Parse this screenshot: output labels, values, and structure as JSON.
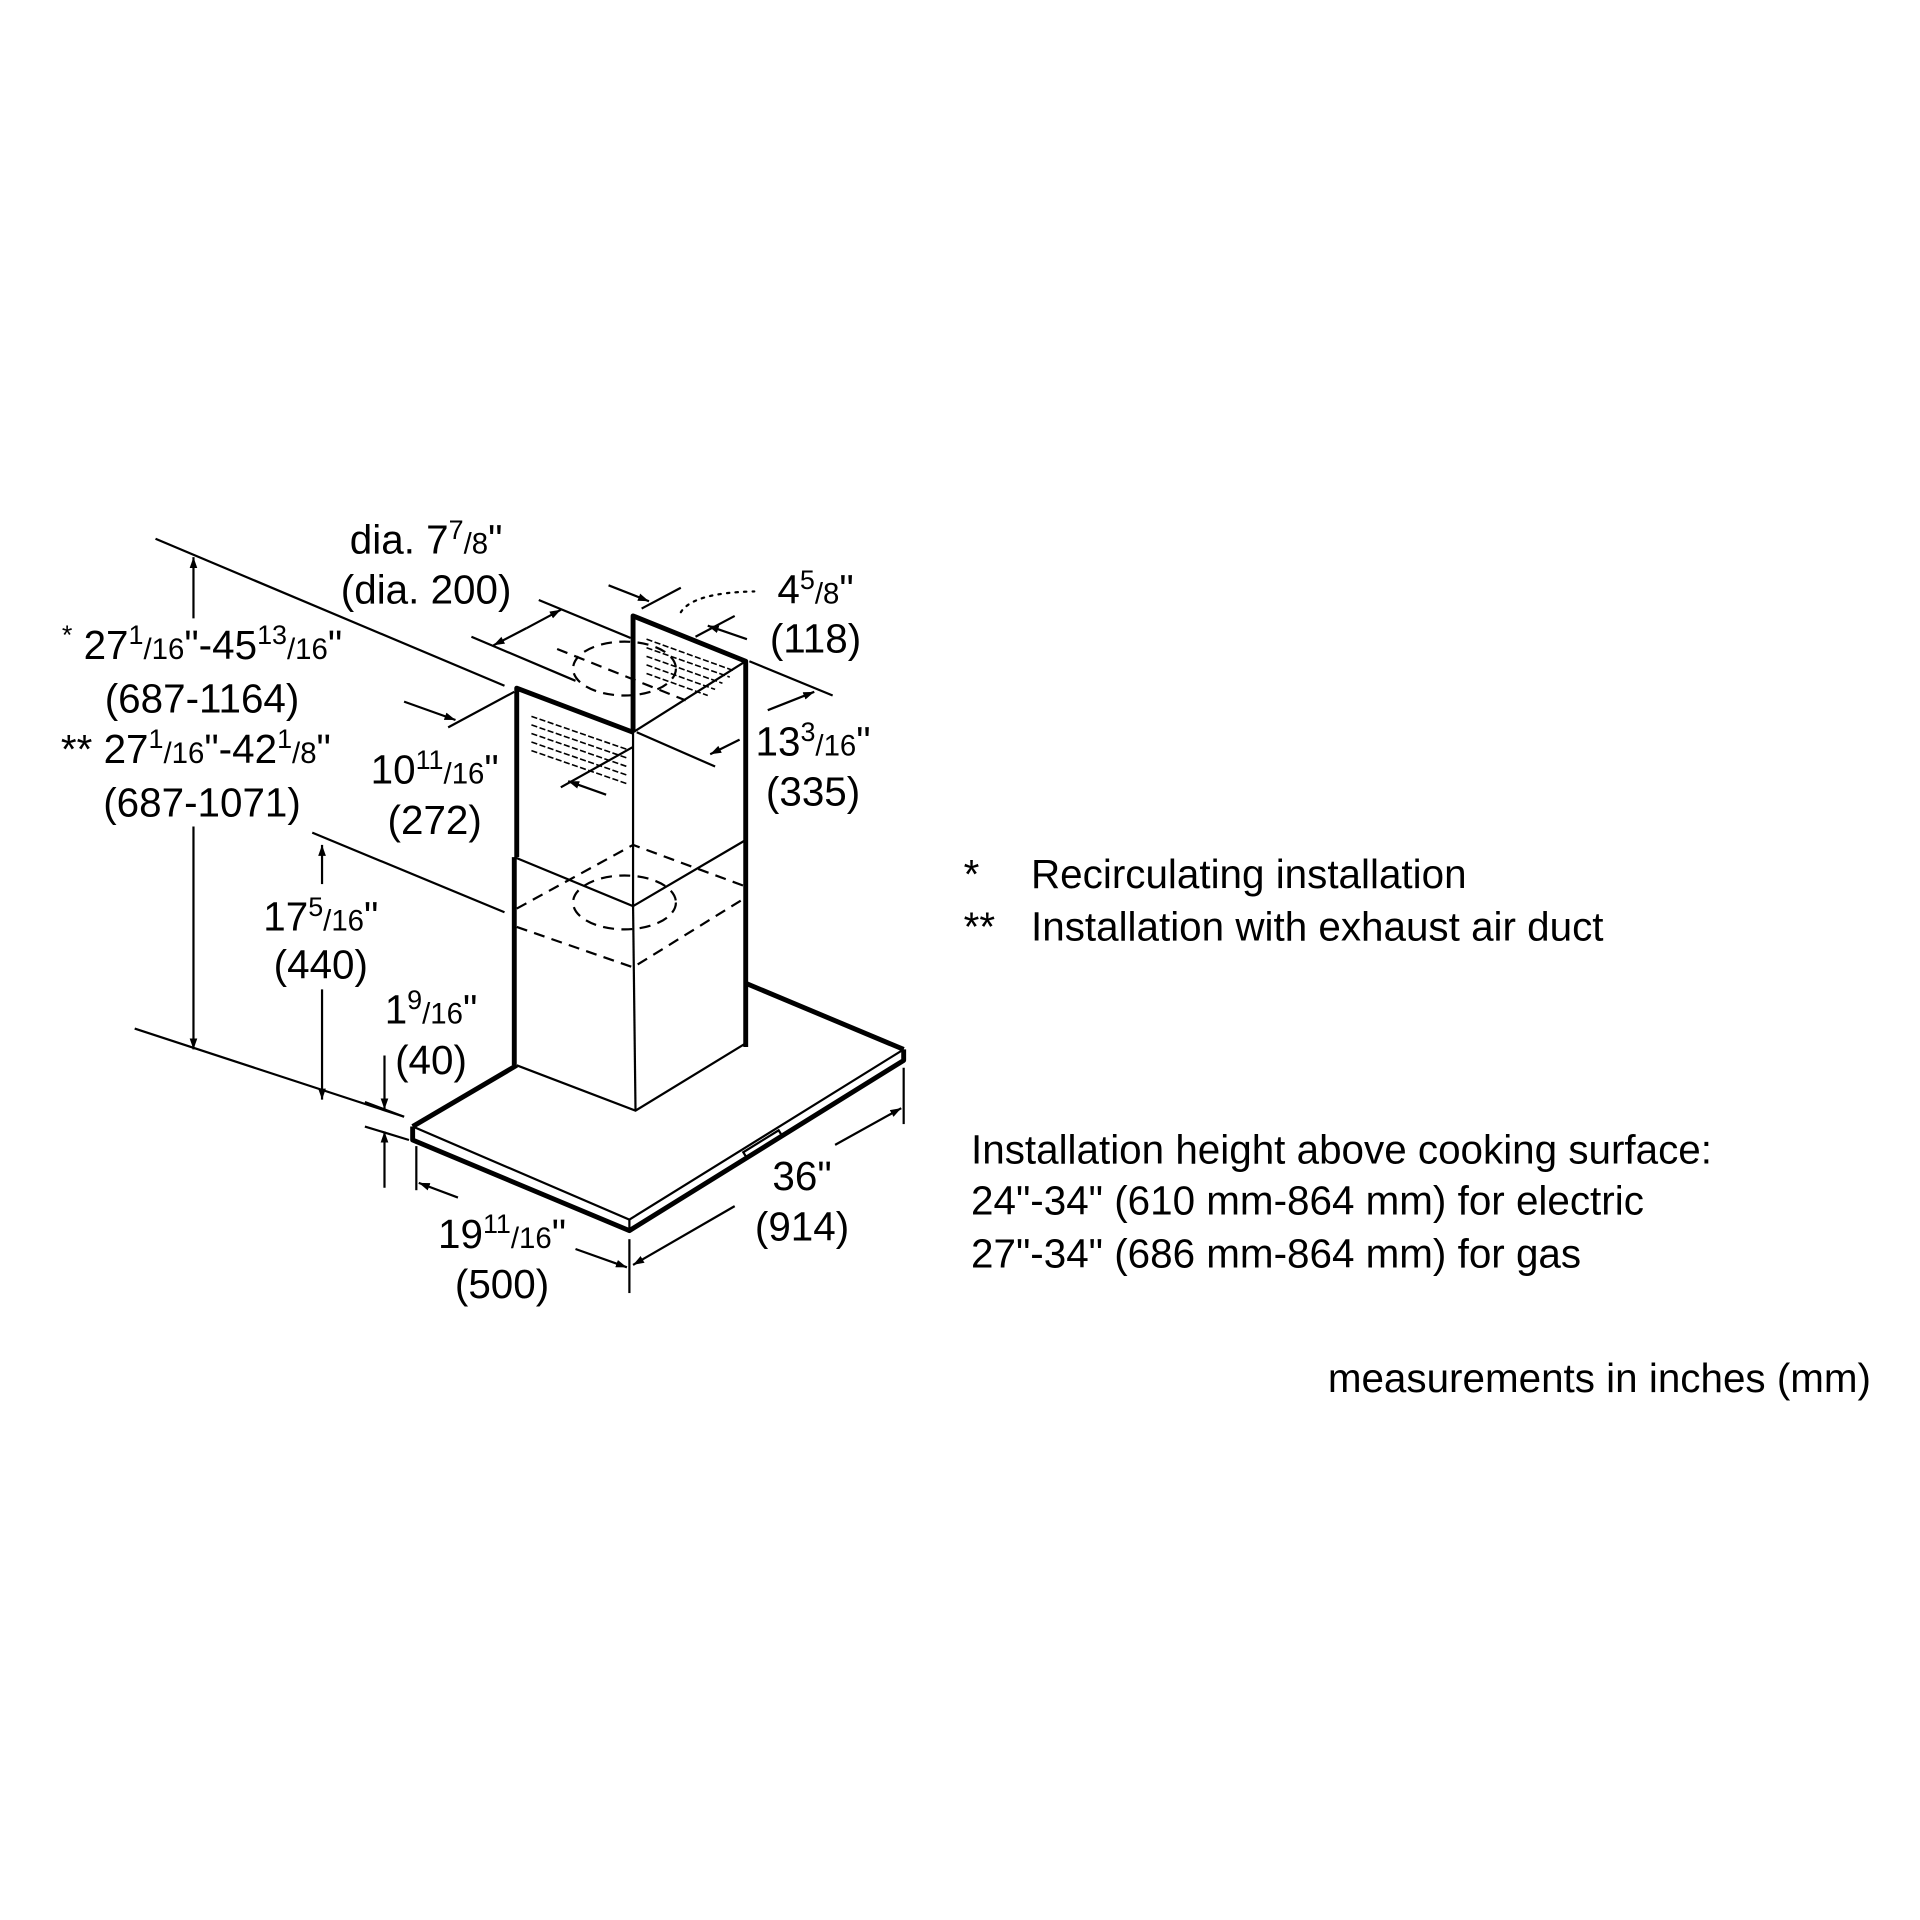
{
  "dimensions": {
    "duct_diameter": {
      "inch": [
        {
          "t": "dia. 7"
        },
        {
          "t": "7",
          "s": "sup"
        },
        {
          "t": "/8",
          "s": "small"
        },
        {
          "t": "\""
        }
      ],
      "mm": "(dia. 200)"
    },
    "height_recirc": {
      "inch": [
        {
          "t": "*",
          "s": "sup"
        },
        {
          "t": " 27"
        },
        {
          "t": "1",
          "s": "sup"
        },
        {
          "t": "/16",
          "s": "small"
        },
        {
          "t": "\"-45"
        },
        {
          "t": "13",
          "s": "sup"
        },
        {
          "t": "/16",
          "s": "small"
        },
        {
          "t": "\""
        }
      ],
      "mm": "(687-1164)"
    },
    "height_exhaust": {
      "inch": [
        {
          "t": "** 27"
        },
        {
          "t": "1",
          "s": "sup"
        },
        {
          "t": "/16",
          "s": "small"
        },
        {
          "t": "\"-42"
        },
        {
          "t": "1",
          "s": "sup"
        },
        {
          "t": "/8",
          "s": "small"
        },
        {
          "t": "\""
        }
      ],
      "mm": "(687-1071)"
    },
    "chimney_depth": {
      "inch": [
        {
          "t": "10"
        },
        {
          "t": "11",
          "s": "sup"
        },
        {
          "t": "/16",
          "s": "small"
        },
        {
          "t": "\""
        }
      ],
      "mm": "(272)"
    },
    "duct_offset": {
      "inch": [
        {
          "t": "4"
        },
        {
          "t": "5",
          "s": "sup"
        },
        {
          "t": "/8",
          "s": "small"
        },
        {
          "t": "\""
        }
      ],
      "mm": "(118)"
    },
    "chimney_width": {
      "inch": [
        {
          "t": "13"
        },
        {
          "t": "3",
          "s": "sup"
        },
        {
          "t": "/16",
          "s": "small"
        },
        {
          "t": "\""
        }
      ],
      "mm": "(335)"
    },
    "lower_chimney": {
      "inch": [
        {
          "t": "17"
        },
        {
          "t": "5",
          "s": "sup"
        },
        {
          "t": "/16",
          "s": "small"
        },
        {
          "t": "\""
        }
      ],
      "mm": "(440)"
    },
    "canopy_thickness": {
      "inch": [
        {
          "t": "1"
        },
        {
          "t": "9",
          "s": "sup"
        },
        {
          "t": "/16",
          "s": "small"
        },
        {
          "t": "\""
        }
      ],
      "mm": "(40)"
    },
    "width": {
      "inch": [
        {
          "t": "36\""
        }
      ],
      "mm": "(914)"
    },
    "depth": {
      "inch": [
        {
          "t": "19"
        },
        {
          "t": "11",
          "s": "sup"
        },
        {
          "t": "/16",
          "s": "small"
        },
        {
          "t": "\""
        }
      ],
      "mm": "(500)"
    }
  },
  "legend": [
    {
      "mark": "*",
      "text": "Recirculating installation"
    },
    {
      "mark": "**",
      "text": "Installation with exhaust air duct"
    }
  ],
  "installation": {
    "title": "Installation height above cooking surface:",
    "electric": "24\"-34\" (610 mm-864 mm) for electric",
    "gas": "27\"-34\" (686 mm-864 mm) for gas"
  },
  "units_note": "measurements in inches (mm)"
}
